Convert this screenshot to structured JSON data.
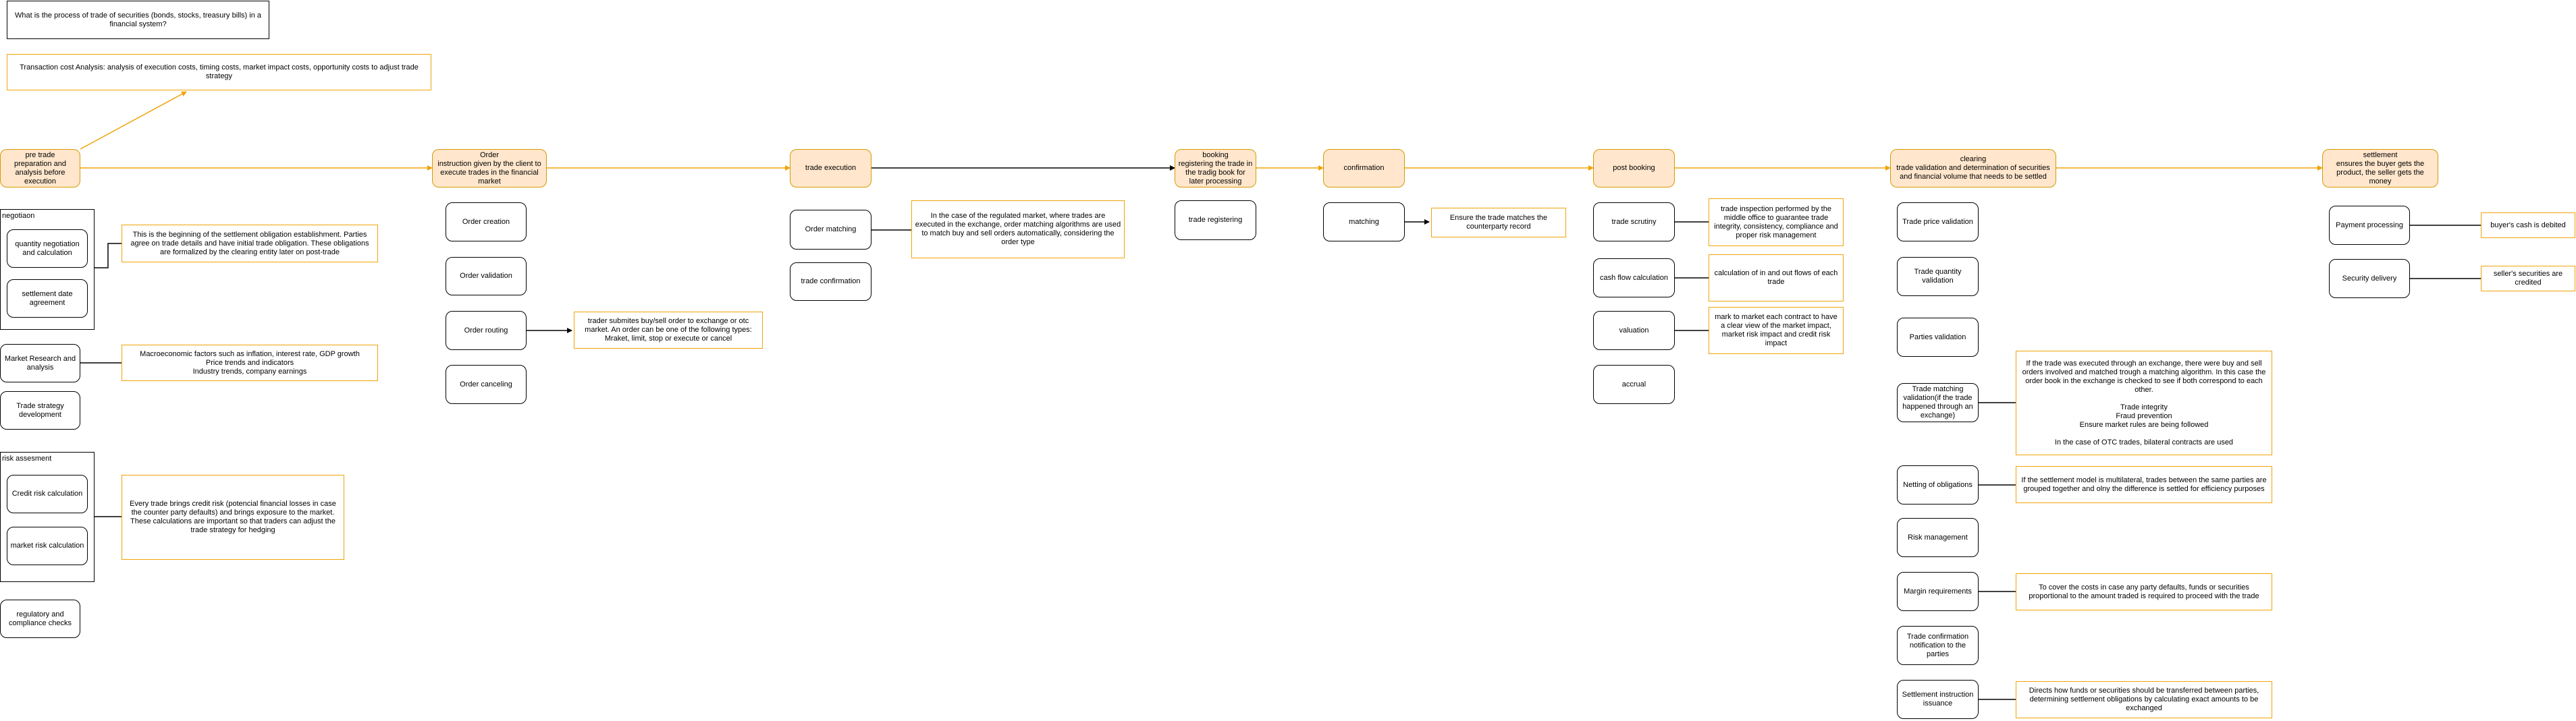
{
  "question": "What is the process of trade of securities (bonds, stocks, treasury bills) in a financial system?",
  "tca_note": "Transaction cost Analysis: analysis of execution costs, timing costs, market impact costs, opportunity costs to adjust trade strategy",
  "stages": {
    "pre_trade": "pre trade\npreparation and analysis before execution",
    "order": "Order\ninstruction given by the client to execute trades in the financial market",
    "trade_execution": "trade execution",
    "booking": "booking\nregistering the trade in the tradig book for later processing",
    "confirmation": "confirmation",
    "post_booking": "post booking",
    "clearing": "clearing\ntrade validation and determination of securities and financial volume that needs to be settled",
    "settlement": "settlement\nensures the buyer gets the product, the seller gets the money"
  },
  "pre_trade": {
    "negotiation_group": "negotiaon",
    "quantity_negotiation": "quantity negotiation and calculation",
    "settlement_date": "settlement date agreement",
    "settlement_note": "This is the beginning of the settlement obligation establishment. Parties agree on trade details and have initial trade obligation. These obligations are formalized by the clearing entity later on post-trade",
    "market_research": "Market Research and analysis",
    "market_note": "Macroeconomic factors such as inflation, interest rate, GDP growth\nPrice trends and indicators\nIndustry trends, company earnings",
    "trade_strategy": "Trade strategy development",
    "risk_group": "risk assesment",
    "credit_risk": "Credit risk calculation",
    "market_risk": "market risk calculation",
    "risk_note": "Every trade brings credit risk (potencial financial losses in case the counter party defaults) and brings exposure to the market. These calculations are important so that traders can adjust the trade strategy for hedging",
    "regulatory": "regulatory and compliance checks"
  },
  "order": {
    "creation": "Order creation",
    "validation": "Order validation",
    "routing": "Order routing",
    "canceling": "Order canceling",
    "routing_note": "trader submites buy/sell order to exchange or otc market. An order can be one of the following types: Mraket, limit, stop or execute or cancel"
  },
  "execution": {
    "matching": "Order matching",
    "matching_note": "In the case of the regulated market, where trades are executed in the exchange, order matching algorithms are used to match buy and sell orders automatically, considering the order type",
    "confirmation": "trade confirmation"
  },
  "booking": {
    "registering": "trade registering"
  },
  "confirmation": {
    "matching": "matching",
    "matching_note": "Ensure the trade matches the counterparty record"
  },
  "post_booking": {
    "scrutiny": "trade scrutiny",
    "scrutiny_note": "trade inspection performed by the middle office to guarantee trade integrity, consistency, compliance and proper risk management",
    "cash_flow": "cash flow calculation",
    "cash_flow_note": "calculation of in and out flows of each trade",
    "valuation": "valuation",
    "valuation_note": "mark to market each contract to have a clear view of the market impact, market risk impact and credit risk impact",
    "accrual": "accrual"
  },
  "clearing": {
    "price_validation": "Trade price validation",
    "quantity_validation": "Trade quantity validation",
    "parties_validation": "Parties validation",
    "matching_validation": "Trade matching validation(if the trade happened through an exchange)",
    "matching_note": "If the trade was executed through an exchange, there were buy and sell orders involved and matched trough a matching algorithm. In this case the order book in the exchange is checked to see if both correspond to each other.\n\nTrade integrity\nFraud prevention\nEnsure market rules are being followed\n\nIn the case of OTC trades, bilateral contracts are used",
    "netting": "Netting of obligations",
    "netting_note": "If the settlement model is multilateral, trades between the same parties are grouped together and olny the difference is settled for efficiency purposes",
    "risk_management": "Risk management",
    "margin": "Margin requirements",
    "margin_note": "To cover the costs in case any party defaults, funds or securities proportional to the amount traded is required to proceed with the trade",
    "notification": "Trade confirmation notification to the parties",
    "settlement_instruction": "Settlement instruction issuance",
    "settlement_instruction_note": "Directs how funds or securities should be transferred between parties, determining settlement obligations by calculating exact amounts to be exchanged"
  },
  "settlement": {
    "payment": "Payment processing",
    "payment_note": "buyer's cash is debited",
    "delivery": "Security delivery",
    "delivery_note": "seller's securities are credited"
  },
  "colors": {
    "stage_fill": "#ffe6cc",
    "stage_border": "#d79b00",
    "note_border": "#f0a30a",
    "edge_orange": "#f0a30a",
    "edge_black": "#000000"
  }
}
